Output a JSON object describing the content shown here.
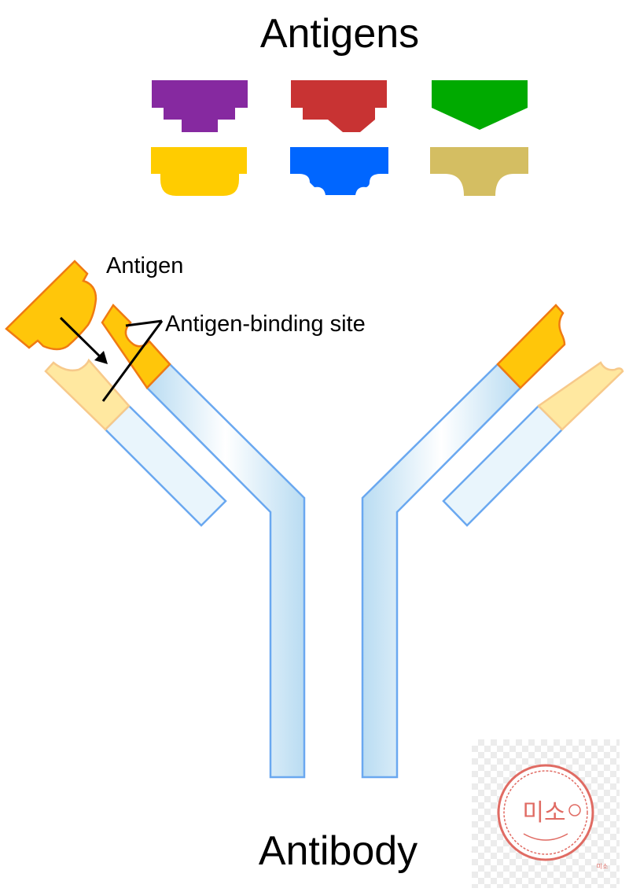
{
  "titles": {
    "antigens": "Antigens",
    "antibody": "Antibody"
  },
  "callouts": {
    "antigen": "Antigen",
    "binding_site": "Antigen-binding site"
  },
  "antigen_shapes": [
    {
      "name": "purple-stepped",
      "color": "#8629A0"
    },
    {
      "name": "red-beveled",
      "color": "#C83333"
    },
    {
      "name": "green-pointed",
      "color": "#00AA00"
    },
    {
      "name": "yellow-rounded",
      "color": "#FFCC00"
    },
    {
      "name": "blue-notched",
      "color": "#0066FF"
    },
    {
      "name": "khaki-curved",
      "color": "#D4BE62"
    }
  ],
  "colors": {
    "heavy_chain_fill": "#D8EEF8",
    "chain_outline": "#6AA8F0",
    "variable_heavy": "#FFC60A",
    "variable_outline": "#F07A12",
    "variable_light": "#FFE8A0",
    "variable_light_outline": "#F7C98A"
  },
  "watermark": {
    "stamp_text": "미소",
    "small_text": "미소"
  }
}
